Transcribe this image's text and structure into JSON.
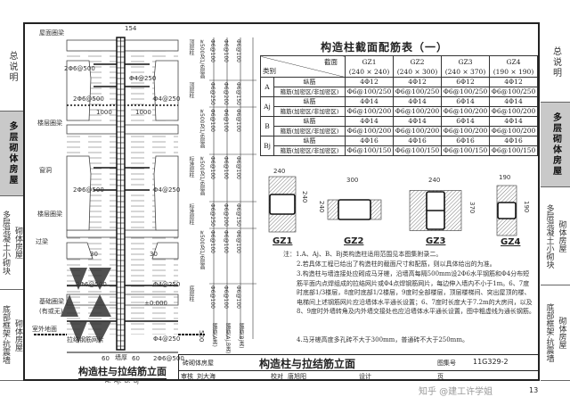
{
  "sidebar": [
    {
      "label": "总说明",
      "highlight": false
    },
    {
      "label": "多层砌体房屋",
      "highlight": true
    },
    {
      "label": "多层混凝土小砌块",
      "sub": "砌体房屋",
      "highlight": false
    },
    {
      "label": "底部框架-抗震墙",
      "sub": "砌体房屋",
      "highlight": false
    }
  ],
  "elevation": {
    "title": "构造柱与拉结筋立面",
    "subtitle": "A、Aj、B、Bj",
    "labels": {
      "roof_beam": "屋面圈梁",
      "floor_beam": "楼层圈梁",
      "floor_beam2": "楼层圈梁",
      "window": "窗洞",
      "lintel": "过梁",
      "foundation_beam": "基础圈梁",
      "foundation_beam_note": "(有或无)",
      "ground": "室外地面",
      "mesh": "拉结钢筋网片",
      "dim_154": "154",
      "bar_2phi6": "2Φ6@500",
      "bar_2phi6_b": "2Φ6@500",
      "bar_2phi6_c": "2Φ6@500",
      "bar_2phi6_d": "2Φ6@500",
      "bar_phi4": "Φ4@250",
      "bar_phi4_b": "Φ4@250",
      "bar_phi4_c": "Φ4@250",
      "bar_phi4_d": "Φ4@250",
      "bar_phi4_e": "Φ4@250",
      "dim_1000_left": "1000",
      "dim_1000_right": "1000",
      "dim_30_left": "30",
      "dim_30_right": "30",
      "elev_0": "±0.000",
      "dim_500": "500",
      "dim_60_left": "60",
      "dim_60_right": "60",
      "col_width": "墙厚"
    },
    "dimension_columns": [
      {
        "zone": "顶层柱",
        "range": "≥500及1/6层高",
        "a": "Φ6@100",
        "b": "Φ6@100",
        "c": "Φ6@100"
      },
      {
        "zone": "顶层柱",
        "range": "",
        "a": "Φ6@250",
        "b": "Φ6@200",
        "c": "Φ6@150"
      },
      {
        "zone": "",
        "range": "≥500及1/6层高",
        "a": "Φ6@100",
        "b": "Φ6@100",
        "c": "Φ6@100"
      },
      {
        "zone": "标准层柱",
        "range": "≥500及1/6层高",
        "a": "Φ6@100",
        "b": "Φ6@100",
        "c": "Φ6@100"
      },
      {
        "zone": "标准层柱",
        "range": "",
        "a": "Φ6@250",
        "b": "Φ6@200",
        "c": "Φ6@150"
      },
      {
        "zone": "",
        "range": "≥500及1/6层高",
        "a": "Φ6@100",
        "b": "Φ6@100",
        "c": "Φ6@100"
      },
      {
        "zone": "底层柱",
        "range": "",
        "a": "Φ6@100",
        "b": "Φ6@100",
        "c": "Φ6@100"
      }
    ],
    "bottom_dim_labels": [
      "箍筋(A类)",
      "箍筋(Aj,B类)",
      "箍筋(Bj类)"
    ]
  },
  "table": {
    "title": "构造柱截面配筋表（一）",
    "corner_top": "截面",
    "corner_bottom": "类别",
    "columns": [
      {
        "name": "GZ1",
        "size": "(240 × 240)"
      },
      {
        "name": "GZ2",
        "size": "(240 × 300)"
      },
      {
        "name": "GZ3",
        "size": "(240 × 370)"
      },
      {
        "name": "GZ4",
        "size": "(190 × 190)"
      }
    ],
    "row_labels": {
      "long": "纵筋",
      "stirrup": "箍筋(加密区/非加密区)"
    },
    "rows": [
      {
        "type": "A",
        "long": [
          "4Φ12",
          "4Φ12",
          "6Φ12",
          "4Φ12"
        ],
        "stirrup": [
          "Φ6@100/250",
          "Φ6@100/250",
          "Φ6@100/250",
          "Φ6@100/250"
        ]
      },
      {
        "type": "Aj",
        "long": [
          "4Φ14",
          "4Φ14",
          "6Φ14",
          "4Φ14"
        ],
        "stirrup": [
          "Φ6@100/200",
          "Φ6@100/200",
          "Φ6@100/200",
          "Φ6@100/200"
        ]
      },
      {
        "type": "B",
        "long": [
          "4Φ14",
          "4Φ14",
          "6Φ14",
          "4Φ14"
        ],
        "stirrup": [
          "Φ6@100/200",
          "Φ6@100/200",
          "Φ6@100/200",
          "Φ6@100/200"
        ]
      },
      {
        "type": "Bj",
        "long": [
          "4Φ16",
          "4Φ16",
          "6Φ16",
          "4Φ16"
        ],
        "stirrup": [
          "Φ6@100/150",
          "Φ6@100/150",
          "Φ6@100/150",
          "Φ6@100/150"
        ]
      }
    ]
  },
  "sections": [
    {
      "name": "GZ1",
      "w": "240",
      "h": "240"
    },
    {
      "name": "GZ2",
      "w": "300",
      "h": "240"
    },
    {
      "name": "GZ3",
      "w": "240",
      "h": "370"
    },
    {
      "name": "GZ4",
      "w": "190",
      "h": "190"
    }
  ],
  "notes": [
    "注：1.A、Aj、B、Bj类构造柱适用范围见本图集附录二。",
    "2.若具体工程已给出了构造柱的截面尺寸和配筋，则以具体给出的为准。",
    "3.构造柱与墙连接处应砌成马牙槎，沿墙高每隔500mm设2Φ6水平钢筋和Φ4分布短筋平面内点焊组成的拉结网片或Φ4点焊钢筋网片，每边伸入墙内不小于1m。6、7度时底部1/3楼层，8度时底部1/2楼层，9度时全部楼层，顶层楼梯间、突出屋顶的楼、电梯间上述钢筋网片应沿墙体水平通长设置；6、7度时长度大于7.2m的大房间，以及8、9度时外墙转角及内外墙交接处也应沿墙体水平通长设置，图中粗虚线为通长钢筋。",
    "4.马牙槎高度多孔砖不大于300mm，普通砖不大于250mm。"
  ],
  "title_block": {
    "category": "砖砌体房屋",
    "title": "构造柱与拉结筋立面",
    "atlas_label": "图集号",
    "atlas_no": "11G329-2",
    "review_label": "审核",
    "reviewer": "刘大海",
    "check_label": "校对",
    "checker": "唐旭阳",
    "design_label": "设计",
    "page_label": "页"
  },
  "page_number": "13",
  "watermark": "知乎 @建工许学姐"
}
